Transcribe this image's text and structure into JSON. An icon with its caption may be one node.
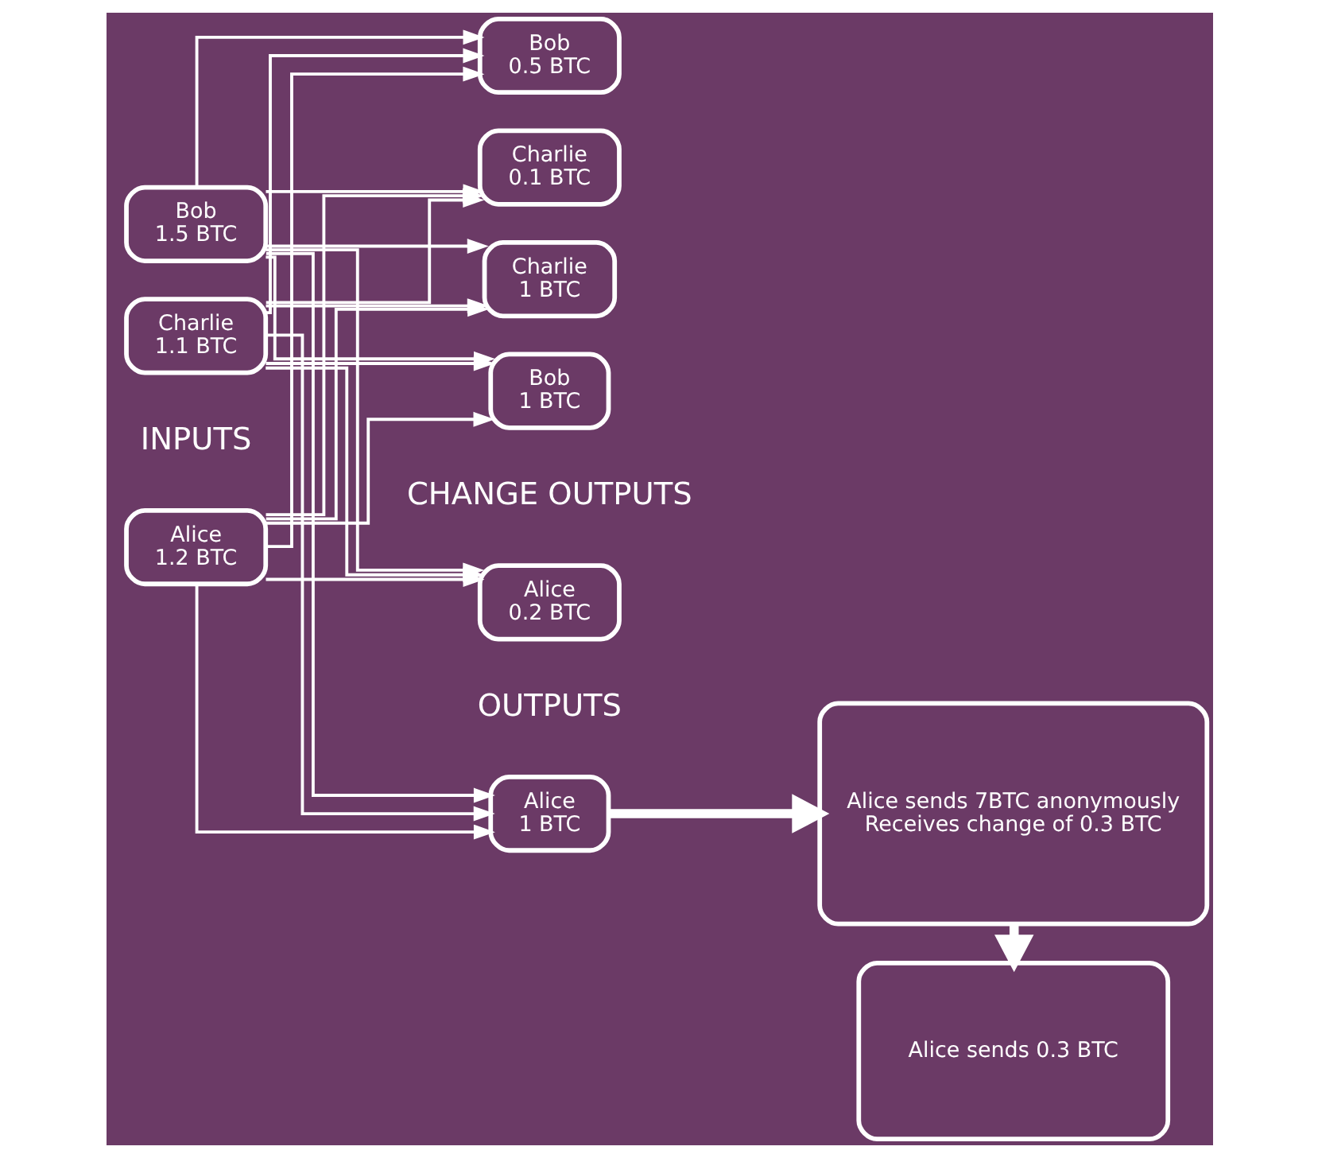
{
  "diagram": {
    "nodes": [
      {
        "text": [
          "Alice",
          "1.2 BTC"
        ]
      },
      {
        "text": [
          "Bob",
          "1.5 BTC"
        ]
      },
      {
        "text": [
          "Charlie",
          "1.1 BTC"
        ]
      },
      {
        "text": [
          "Alice",
          "1 BTC"
        ]
      },
      {
        "text": [
          "Charlie",
          "1 BTC"
        ]
      },
      {
        "text": [
          "Bob",
          "1 BTC"
        ]
      },
      {
        "text": [
          "Alice",
          "0.2 BTC"
        ]
      },
      {
        "text": [
          "Bob",
          "0.5 BTC"
        ]
      },
      {
        "text": [
          "Charlie",
          "0.1 BTC"
        ]
      },
      {
        "text": [
          "Alice sends 7BTC anonymously",
          "Receives change of 0.3 BTC"
        ]
      },
      {
        "text": [
          "Alice sends 0.3 BTC"
        ]
      }
    ],
    "edges": [
      {
        "from": 0,
        "to": 3,
        "arrow": "to"
      },
      {
        "from": 0,
        "to": 4,
        "arrow": "to"
      },
      {
        "from": 0,
        "to": 5,
        "arrow": "to"
      },
      {
        "from": 1,
        "to": 3,
        "arrow": "to"
      },
      {
        "from": 1,
        "to": 4,
        "arrow": "to"
      },
      {
        "from": 1,
        "to": 5,
        "arrow": "to"
      },
      {
        "from": 2,
        "to": 3,
        "arrow": "to"
      },
      {
        "from": 2,
        "to": 4,
        "arrow": "to"
      },
      {
        "from": 2,
        "to": 5,
        "arrow": "to"
      },
      {
        "from": 0,
        "to": 6,
        "arrow": "to"
      },
      {
        "from": 0,
        "to": 7,
        "arrow": "to"
      },
      {
        "from": 0,
        "to": 8,
        "arrow": "to"
      },
      {
        "from": 1,
        "to": 6,
        "arrow": "to"
      },
      {
        "from": 1,
        "to": 7,
        "arrow": "to"
      },
      {
        "from": 1,
        "to": 8,
        "arrow": "to"
      },
      {
        "from": 2,
        "to": 6,
        "arrow": "to"
      },
      {
        "from": 2,
        "to": 7,
        "arrow": "to"
      },
      {
        "from": 2,
        "to": 8,
        "arrow": "to"
      },
      {
        "from": 3,
        "to": 9,
        "arrow": "to",
        "style": "thick"
      },
      {
        "from": 9,
        "to": 10,
        "arrow": "to",
        "style": "thick"
      }
    ],
    "labels": [
      "INPUTS",
      "OUTPUTS",
      "CHANGE OUTPUTS"
    ]
  }
}
